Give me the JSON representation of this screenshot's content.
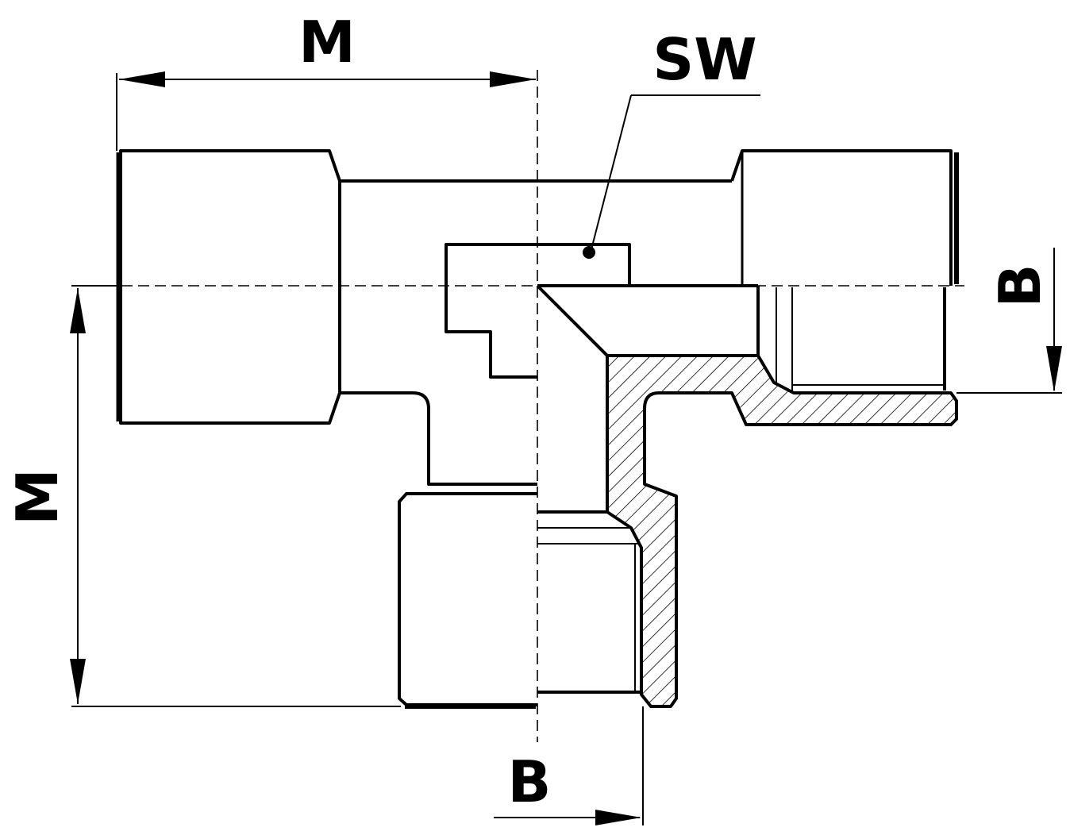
{
  "labels": {
    "m_top": "M",
    "m_left": "M",
    "sw": "SW",
    "b_right": "B",
    "b_bottom": "B"
  },
  "colors": {
    "line": "#000000",
    "background": "#ffffff"
  }
}
